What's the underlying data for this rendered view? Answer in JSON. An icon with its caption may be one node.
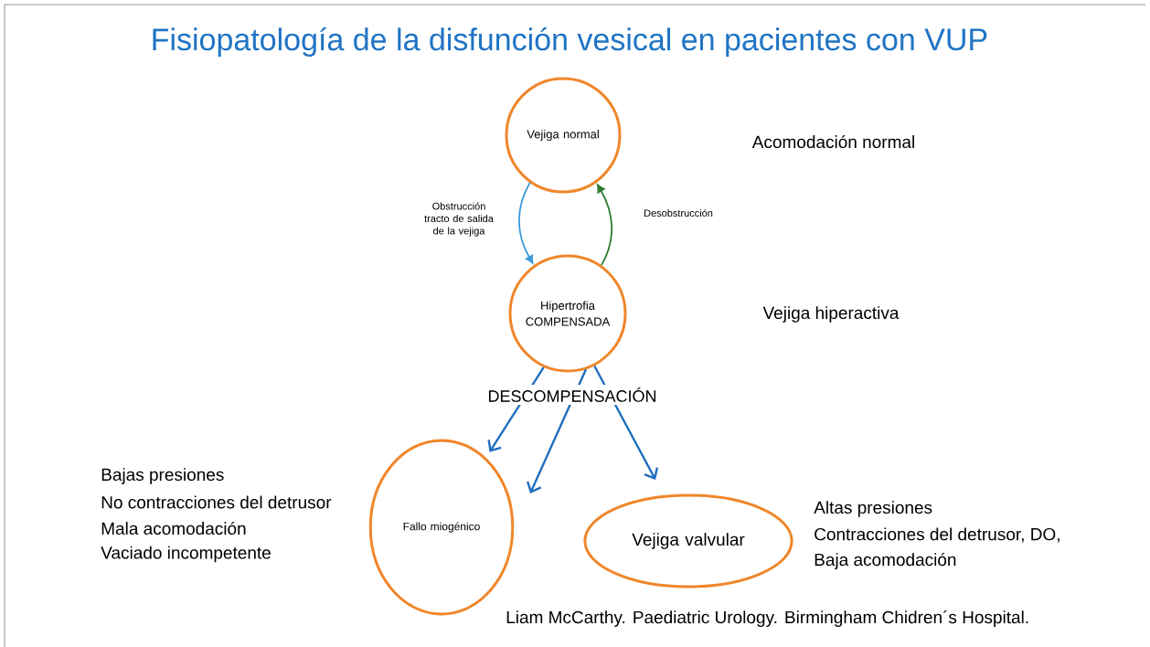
{
  "diagram": {
    "title": "Fisiopatología de la disfunción vesical en pacientes con VUP",
    "nodes": [
      {
        "text": [
          "Vejiga normal"
        ]
      },
      {
        "text": [
          "Hipertrofia COMPENSADA"
        ]
      },
      {
        "text": [
          "Fallo miogénico"
        ],
        "beside": [
          "Bajas presiones",
          "No contracciones del detrusor",
          "Mala acomodación",
          "Vaciado incompetente"
        ]
      },
      {
        "text": [
          "Vejiga valvular"
        ],
        "beside": [
          "Altas presiones",
          "Contracciones del detrusor, DO,",
          "Baja acomodación"
        ]
      }
    ],
    "edges": [
      {
        "from": 0,
        "to": 1,
        "arrow": "to",
        "label": "Obstrucción tracto de salida de la vejiga",
        "color": "#3a9ad9"
      },
      {
        "from": 1,
        "to": 0,
        "arrow": "to",
        "label": "Desobstrucción",
        "color": "#2e7d32"
      },
      {
        "from": 1,
        "to": 2,
        "arrow": "to"
      },
      {
        "from": 1,
        "to": null,
        "arrow": "to"
      },
      {
        "from": 1,
        "to": 3,
        "arrow": "to"
      }
    ],
    "labels": [
      "Acomodación normal",
      "Vejiga hiperactiva",
      "DESCOMPENSACIÓN"
    ],
    "caption": "Liam McCarthy. Paediatric Urology. Birmingham Chidren´s Hospital."
  }
}
